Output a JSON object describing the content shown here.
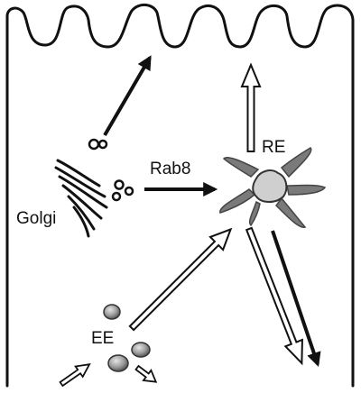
{
  "labels": {
    "golgi": "Golgi",
    "rab8": "Rab8",
    "recycling_endosome": "RE",
    "early_endosome": "EE"
  },
  "colors": {
    "outline": "#111111",
    "organelle_dark": "#7a7a7a",
    "organelle_light": "#c8c8c8",
    "background": "#ffffff"
  }
}
